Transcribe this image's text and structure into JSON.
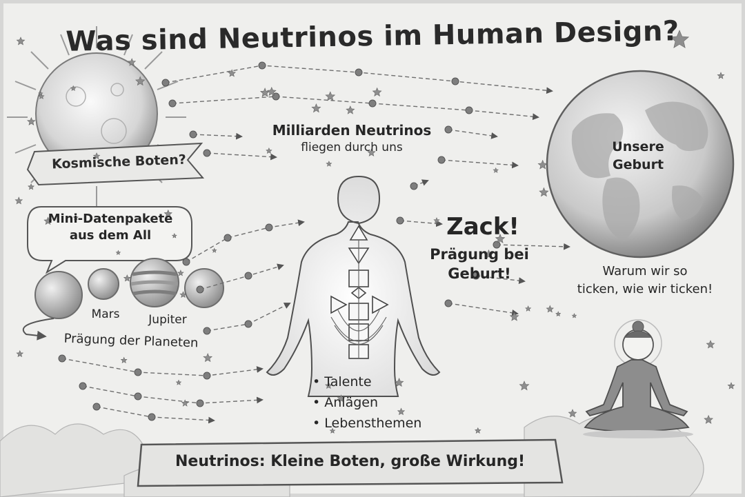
{
  "title": "Was sind Neutrinos im Human Design?",
  "labels": {
    "kosmische_boten": "Kosmische Boten?",
    "mini_datenpakete_line1": "Mini-Datenpakete",
    "mini_datenpakete_line2": "aus dem All",
    "milliarden_line1": "Milliarden Neutrinos",
    "milliarden_line2": "fliegen durch uns",
    "unsere_geburt_line1": "Unsere",
    "unsere_geburt_line2": "Geburt",
    "zack": "Zack!",
    "praegung_bei_line1": "Prägung bei",
    "praegung_bei_line2": "Geburt!",
    "warum_line1": "Warum wir so",
    "warum_line2": "ticken, wie wir ticken!",
    "mars": "Mars",
    "jupiter": "Jupiter",
    "praegung_planeten": "Prägung der Planeten",
    "banner": "Neutrinos: Kleine Boten, große Wirkung!"
  },
  "bullets": [
    "Talente",
    "Anlägen",
    "Lebensthemen"
  ],
  "colors": {
    "background": "#efefed",
    "ink": "#2a2a2a",
    "pencil_grey": "#8a8a8a"
  },
  "icons": [
    "sun-icon",
    "earth-icon",
    "planet-icon",
    "human-figure-icon",
    "meditating-woman-icon",
    "star-icon",
    "neutrino-arrow-icon"
  ]
}
